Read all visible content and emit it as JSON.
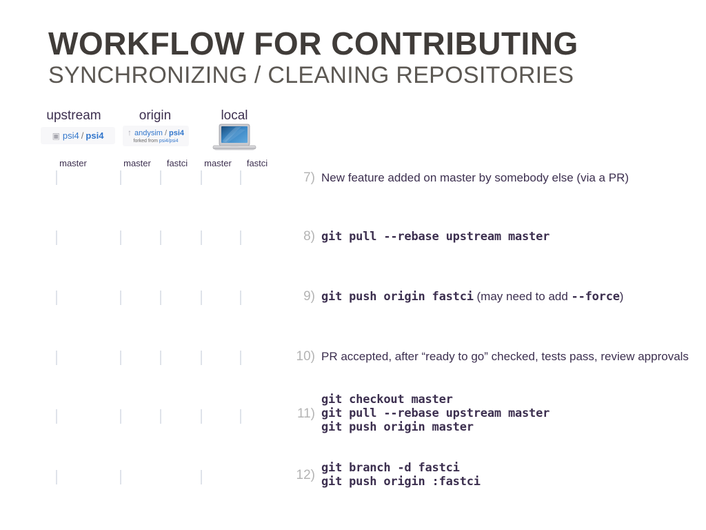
{
  "slide": {
    "title": "WORKFLOW FOR CONTRIBUTING",
    "subtitle": "SYNCHRONIZING / CLEANING REPOSITORIES",
    "background_color": "#ffffff",
    "title_color": "#403c39",
    "subtitle_color": "#5c5853"
  },
  "colors": {
    "commit_blue": "#1a6cb0",
    "commit_green": "#2f8a34",
    "commit_red": "#9e2019",
    "step_number": "#b4b4b4",
    "body_text": "#3c2f4f",
    "link_blue": "#3377cc"
  },
  "columns": [
    {
      "id": "upstream",
      "header": "upstream",
      "badge": {
        "glyph": "repo-icon",
        "owner": "psi4",
        "separator": "/",
        "name": "psi4"
      },
      "branches": [
        "master"
      ]
    },
    {
      "id": "origin",
      "header": "origin",
      "badge": {
        "glyph": "fork-icon",
        "owner": "andysim",
        "separator": "/",
        "name": "psi4",
        "fork_note_prefix": "forked from",
        "fork_note_repo": "psi4/psi4"
      },
      "branches": [
        "master",
        "fastci"
      ]
    },
    {
      "id": "local",
      "header": "local",
      "badge": {
        "glyph": "laptop-icon"
      },
      "branches": [
        "master",
        "fastci"
      ]
    }
  ],
  "rows": [
    {
      "number": "7)",
      "bars": {
        "upstream_master": [
          "blue",
          "green"
        ],
        "origin_master": [
          "blue"
        ],
        "origin_fastci": [
          "blue",
          "red"
        ],
        "local_master": [
          "blue"
        ],
        "local_fastci": [
          "blue",
          "red"
        ]
      },
      "text_parts": [
        {
          "style": "plain",
          "text": "New feature added on master by somebody else (via a PR)"
        }
      ]
    },
    {
      "number": "8)",
      "bars": {
        "upstream_master": [
          "blue",
          "green"
        ],
        "origin_master": [
          "blue"
        ],
        "origin_fastci": [
          "blue",
          "red"
        ],
        "local_master": [
          "blue"
        ],
        "local_fastci": [
          "blue",
          "green",
          "red"
        ]
      },
      "text_parts": [
        {
          "style": "mono",
          "text": "git pull --rebase upstream master"
        }
      ]
    },
    {
      "number": "9)",
      "bars": {
        "upstream_master": [
          "blue",
          "green"
        ],
        "origin_master": [
          "blue"
        ],
        "origin_fastci": [
          "blue",
          "green",
          "red"
        ],
        "local_master": [
          "blue"
        ],
        "local_fastci": [
          "blue",
          "green",
          "red"
        ]
      },
      "text_parts": [
        {
          "style": "mono",
          "text": "git push origin fastci"
        },
        {
          "style": "plain",
          "text": "  (may need to add "
        },
        {
          "style": "mono",
          "text": "--force"
        },
        {
          "style": "plain",
          "text": ")"
        }
      ]
    },
    {
      "number": "10)",
      "bars": {
        "upstream_master": [
          "blue",
          "green",
          "red"
        ],
        "origin_master": [
          "blue"
        ],
        "origin_fastci": [
          "blue",
          "green",
          "red"
        ],
        "local_master": [
          "blue"
        ],
        "local_fastci": [
          "blue",
          "green",
          "red"
        ]
      },
      "text_parts": [
        {
          "style": "plain",
          "text": "PR accepted, after “ready to go” checked, tests pass, review approvals"
        }
      ]
    },
    {
      "number": "11)",
      "bars": {
        "upstream_master": [
          "blue",
          "green",
          "red"
        ],
        "origin_master": [
          "blue",
          "green",
          "red"
        ],
        "origin_fastci": [
          "blue",
          "green",
          "red"
        ],
        "local_master": [
          "blue",
          "green",
          "red"
        ],
        "local_fastci": [
          "blue",
          "green",
          "red"
        ]
      },
      "command_lines": [
        "git checkout master",
        "git pull --rebase upstream master",
        "git push origin master"
      ]
    },
    {
      "number": "12)",
      "bars": {
        "upstream_master": [
          "blue",
          "green",
          "red"
        ],
        "origin_master": [
          "blue",
          "green",
          "red"
        ],
        "origin_fastci": [],
        "local_master": [
          "blue",
          "green",
          "red"
        ],
        "local_fastci": []
      },
      "command_lines": [
        "git branch -d fastci",
        "git push origin :fastci"
      ]
    }
  ]
}
